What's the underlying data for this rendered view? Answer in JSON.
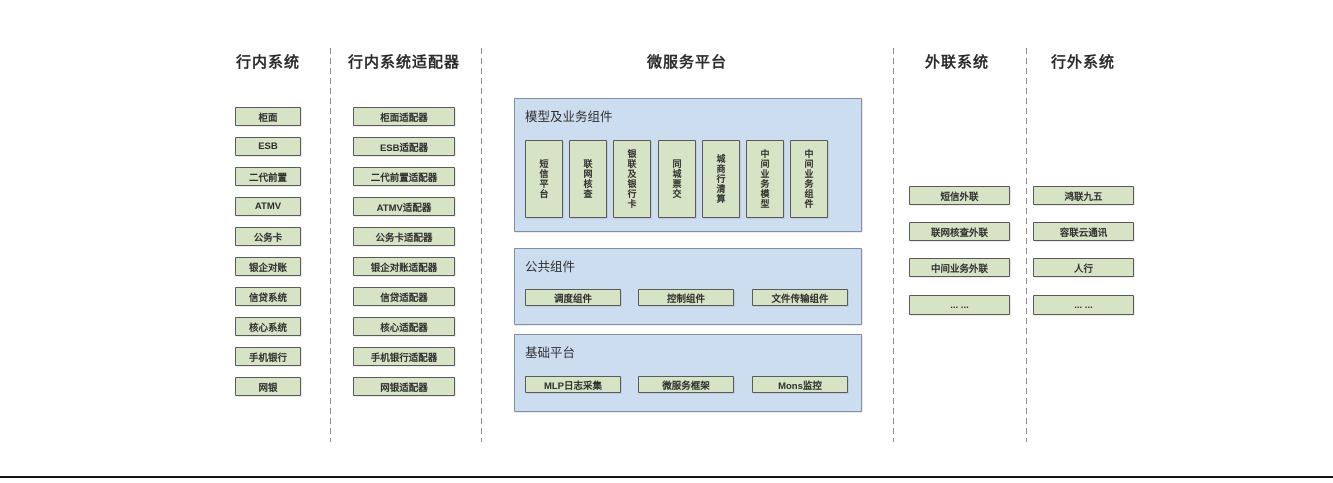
{
  "colors": {
    "node_fill": "#d6e3c4",
    "node_border": "#5a5a5a",
    "panel_fill": "#cdddf0",
    "panel_border": "#7f8fa4",
    "divider": "#8c8c8c",
    "text": "#2f2f2f",
    "bottom_rule": "#151515"
  },
  "columns": [
    {
      "title": "行内系统",
      "items": [
        "柜面",
        "ESB",
        "二代前置",
        "ATMV",
        "公务卡",
        "银企对账",
        "信贷系统",
        "核心系统",
        "手机银行",
        "网银"
      ]
    },
    {
      "title": "行内系统适配器",
      "items": [
        "柜面适配器",
        "ESB适配器",
        "二代前置适配器",
        "ATMV适配器",
        "公务卡适配器",
        "银企对账适配器",
        "信贷适配器",
        "核心适配器",
        "手机银行适配器",
        "网银适配器"
      ]
    },
    {
      "title": "微服务平台",
      "panels": [
        {
          "title": "模型及业务组件",
          "orientation": "vertical",
          "items": [
            "短信平台",
            "联网核查",
            "银联及银行卡",
            "同城票交",
            "城商行清算",
            "中间业务模型",
            "中间业务组件"
          ]
        },
        {
          "title": "公共组件",
          "orientation": "horizontal",
          "items": [
            "调度组件",
            "控制组件",
            "文件传输组件"
          ]
        },
        {
          "title": "基础平台",
          "orientation": "horizontal",
          "items": [
            "MLP日志采集",
            "微服务框架",
            "Mons监控"
          ]
        }
      ]
    },
    {
      "title": "外联系统",
      "items": [
        "短信外联",
        "联网核查外联",
        "中间业务外联",
        "... ..."
      ]
    },
    {
      "title": "行外系统",
      "items": [
        "鸿联九五",
        "容联云通讯",
        "人行",
        "... ..."
      ]
    }
  ]
}
